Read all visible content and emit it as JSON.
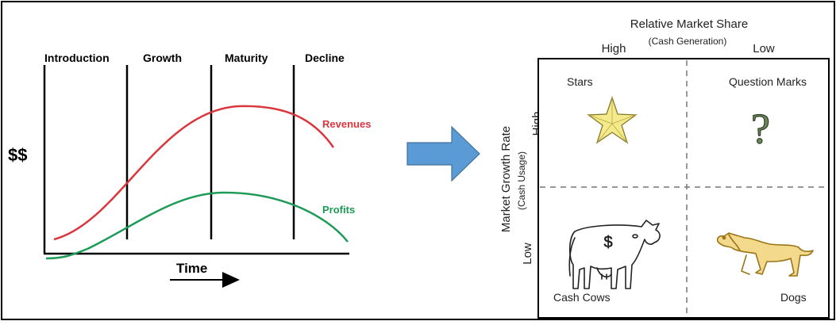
{
  "plc": {
    "stages": [
      "Introduction",
      "Growth",
      "Maturity",
      "Decline"
    ],
    "y_label": "$$",
    "x_label": "Time",
    "revenues_label": "Revenues",
    "profits_label": "Profits",
    "revenues_color": "#d9363e",
    "profits_color": "#1e9a57"
  },
  "arrow": {
    "color": "#5b9bd5",
    "icon": "right-arrow"
  },
  "bcg": {
    "top_title": "Relative Market Share",
    "top_sub": "(Cash Generation)",
    "top_high": "High",
    "top_low": "Low",
    "side_title": "Market Growth Rate",
    "side_sub": "(Cash Usage)",
    "side_high": "High",
    "side_low": "Low",
    "quadrants": {
      "stars": "Stars",
      "question_marks": "Question Marks",
      "cash_cows": "Cash Cows",
      "dogs": "Dogs"
    },
    "icons": [
      "star-icon",
      "question-mark-icon",
      "cow-icon",
      "dog-icon"
    ]
  }
}
